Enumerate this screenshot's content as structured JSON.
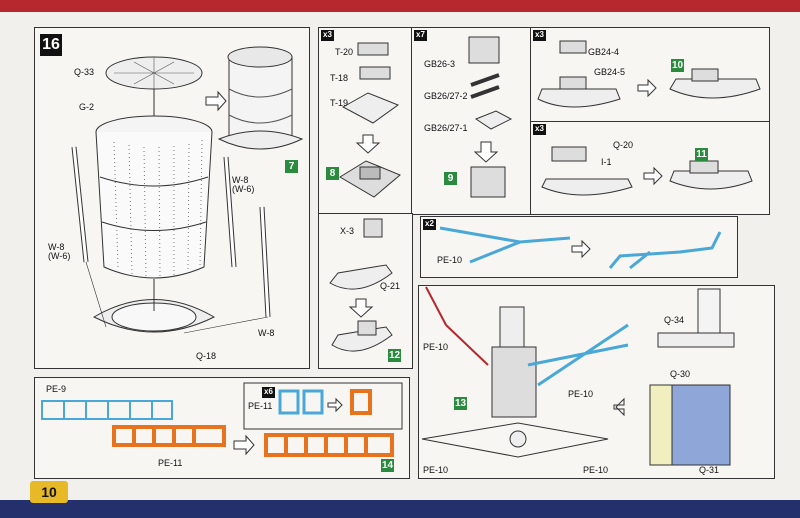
{
  "page_number": "10",
  "step16": {
    "number": "16",
    "labels": {
      "q33": "Q-33",
      "g2": "G-2",
      "w8_w6_right": "W-8\n(W-6)",
      "w8_w6_left": "W-8\n(W-6)",
      "w8": "W-8",
      "q18": "Q-18"
    },
    "result_step": "7"
  },
  "panel_t": {
    "qty": "x3",
    "t20": "T-20",
    "t18": "T-18",
    "t19": "T-19",
    "step": "8"
  },
  "panel_gb": {
    "qty": "x7",
    "gb26_3": "GB26-3",
    "gb26_27_2": "GB26/27-2",
    "gb26_27_1": "GB26/27-1",
    "step": "9"
  },
  "panel_boat1": {
    "qty": "x3",
    "gb24_4": "GB24-4",
    "gb24_5": "GB24-5",
    "step": "10"
  },
  "panel_boat2": {
    "qty": "x3",
    "q20": "Q-20",
    "i1": "I-1",
    "step": "11"
  },
  "panel_x3": {
    "x3": "X-3",
    "q21": "Q-21",
    "step": "12"
  },
  "panel_pe10": {
    "qty": "x2",
    "pe10": "PE-10"
  },
  "panel_pe": {
    "pe9": "PE-9",
    "pe11_bottom": "PE-11",
    "pe11_top": "PE-11",
    "qty": "x6",
    "step": "14"
  },
  "panel_mast": {
    "pe10_a": "PE-10",
    "pe10_b": "PE-10",
    "pe10_c": "PE-10",
    "pe10_d": "PE-10",
    "q34": "Q-34",
    "q30": "Q-30",
    "q31": "Q-31",
    "step": "13"
  },
  "colors": {
    "red_band": "#b5282e",
    "blue_band": "#23306b",
    "page_tab": "#e7b927",
    "step_green": "#2a8a3e",
    "pe_blue": "#4aa8d8",
    "pe_orange": "#e8731f",
    "part_blue": "#8ea6d8",
    "part_yellow": "#f1efc0"
  }
}
